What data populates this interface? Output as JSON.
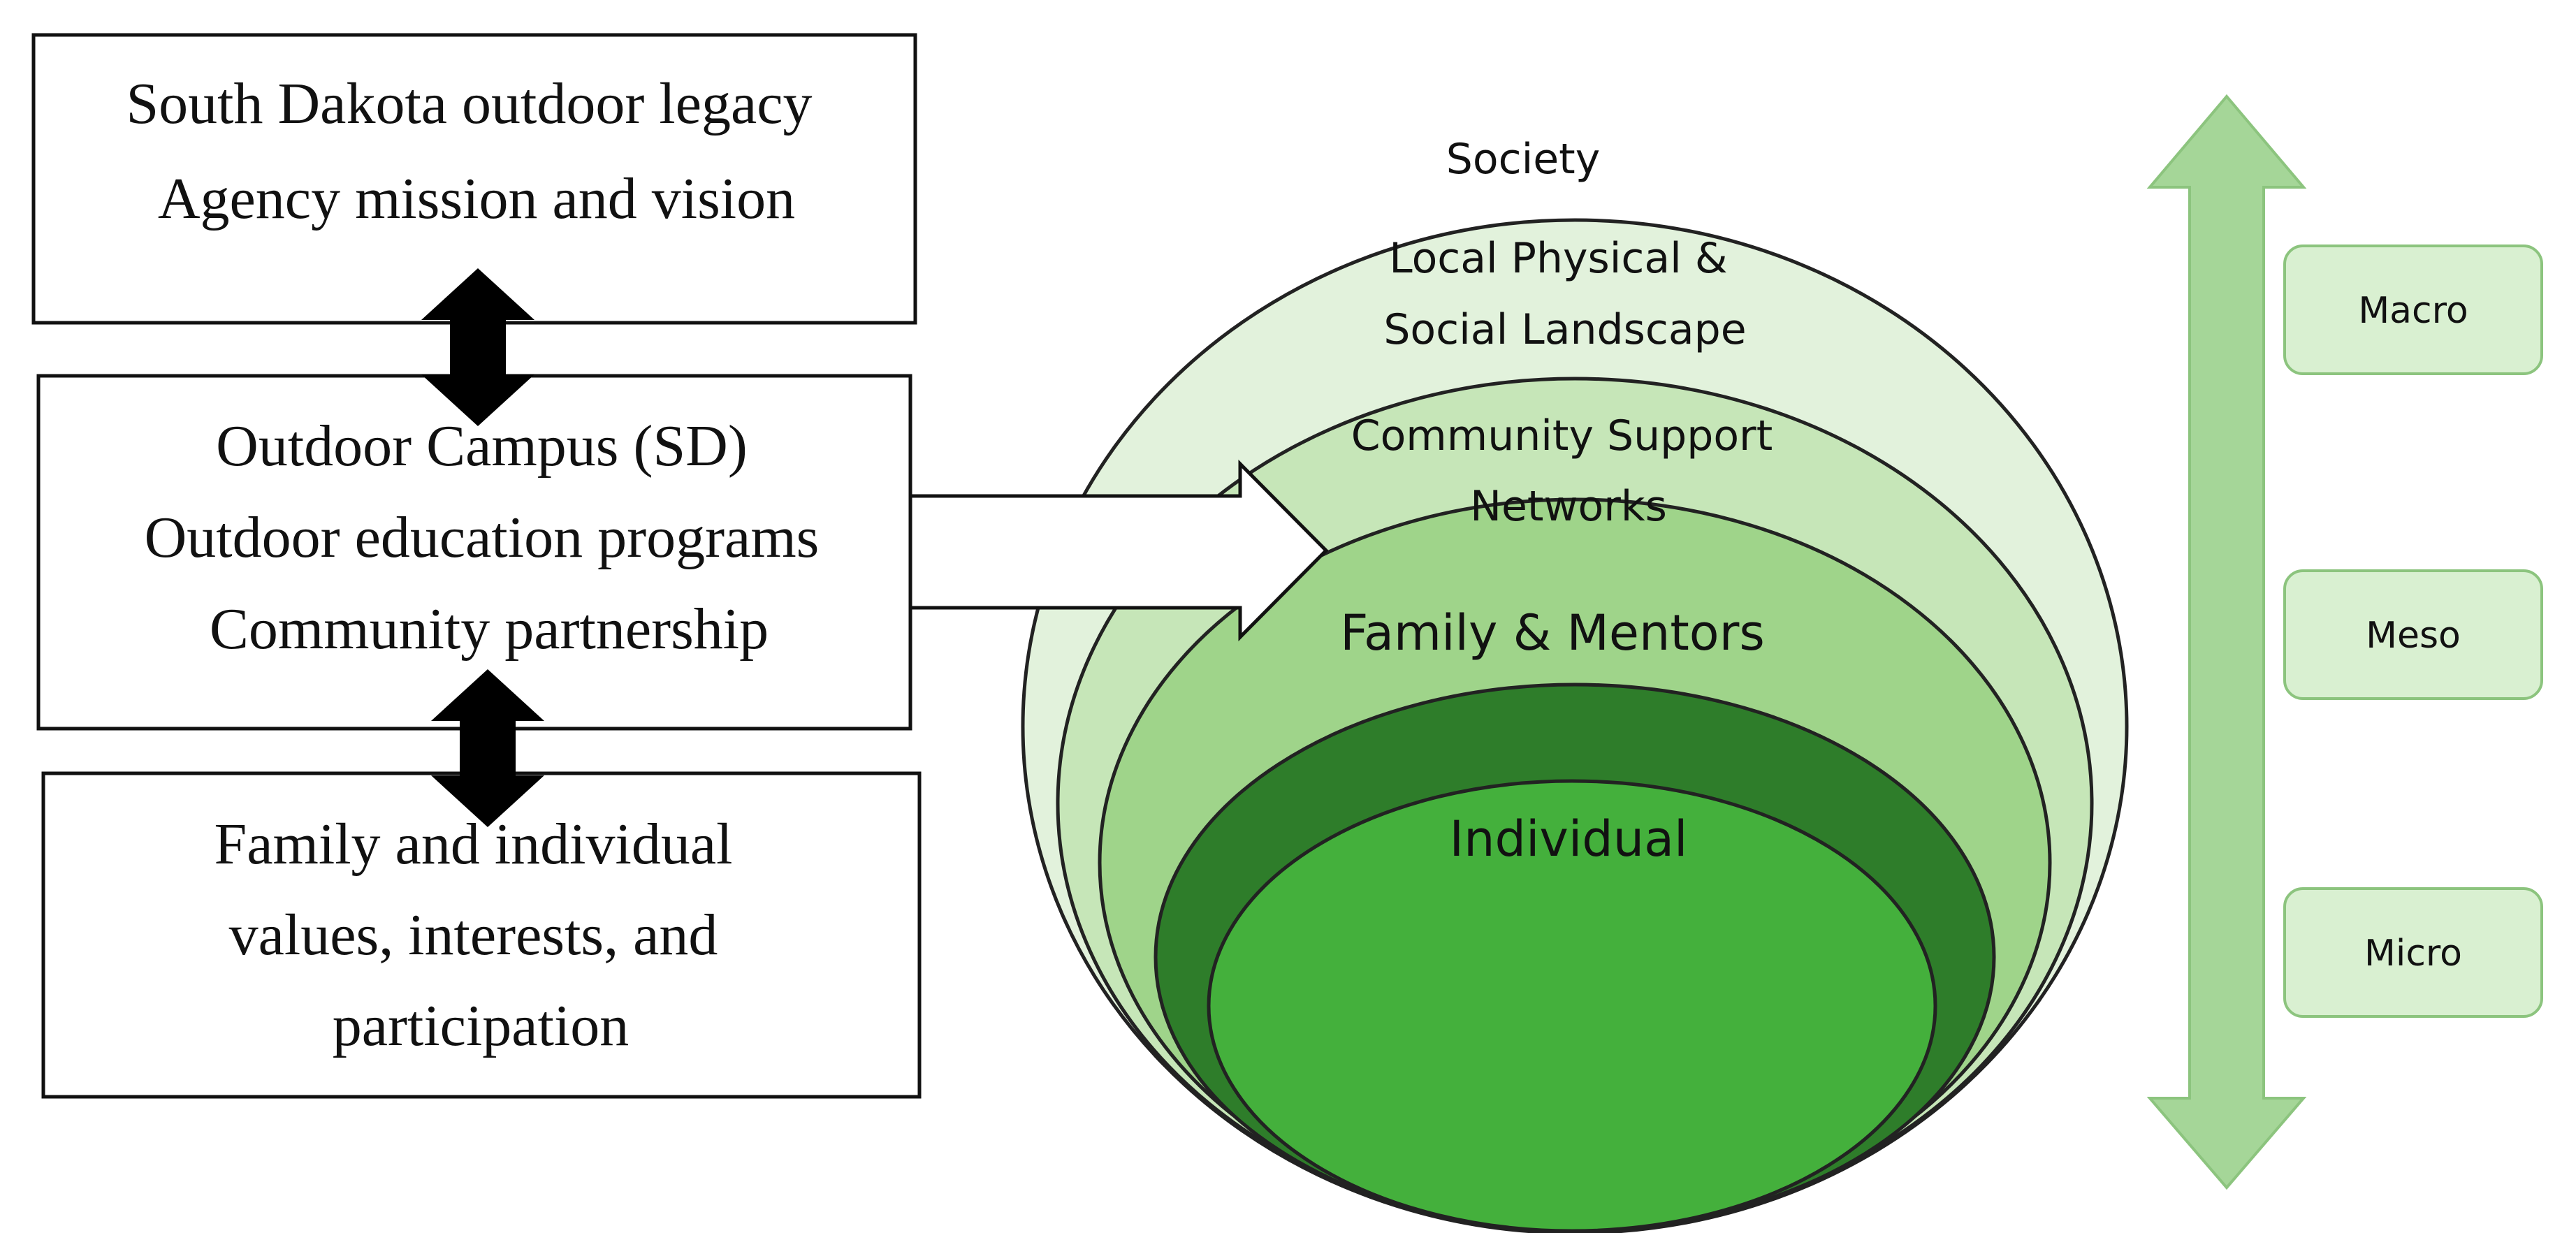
{
  "boxes": {
    "legacy": {
      "lines": [
        "South Dakota outdoor legacy",
        "Agency mission and vision"
      ]
    },
    "campus": {
      "lines": [
        "Outdoor Campus (SD)",
        "Outdoor education programs",
        "Community partnership"
      ]
    },
    "family": {
      "lines": [
        "Family and individual",
        "values, interests, and",
        "participation"
      ]
    }
  },
  "rings": {
    "society": {
      "label": "Society",
      "color": "#e2f2dc"
    },
    "landscape": {
      "lines": [
        "Local Physical &",
        "Social Landscape"
      ],
      "color": "#c6e6b8"
    },
    "community": {
      "lines": [
        "Community Support",
        "Networks"
      ],
      "color": "#9fd48a"
    },
    "family_mentors": {
      "label": "Family & Mentors",
      "color": "#2e7d2a"
    },
    "individual": {
      "label": "Individual",
      "color": "#44b03c"
    }
  },
  "scale": {
    "arrow_color": "#a5d698",
    "levels": [
      "Macro",
      "Meso",
      "Micro"
    ],
    "level_fill": "#d9f0d1",
    "level_stroke": "#8cc47e"
  }
}
